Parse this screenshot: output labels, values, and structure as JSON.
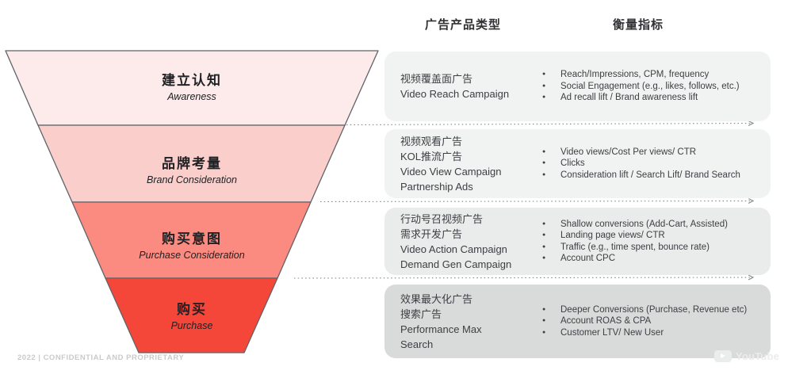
{
  "header": {
    "products_col": "广告产品类型",
    "metrics_col": "衡量指标"
  },
  "funnel": {
    "outline_color": "#5f6368",
    "connector_color": "#80868b",
    "stages": [
      {
        "label_zh": "建立认知",
        "label_en": "Awareness",
        "color": "#fcebea"
      },
      {
        "label_zh": "品牌考量",
        "label_en": "Brand Consideration",
        "color": "#f9cecb"
      },
      {
        "label_zh": "购买意图",
        "label_en": "Purchase Consideration",
        "color": "#fb8a80"
      },
      {
        "label_zh": "购买",
        "label_en": "Purchase",
        "color": "#f5463a"
      }
    ]
  },
  "cards": [
    {
      "bg": "#f1f2f2",
      "products": [
        "视频覆盖面广告",
        "Video Reach Campaign"
      ],
      "metrics": [
        "Reach/Impressions, CPM, frequency",
        "Social Engagement (e.g., likes, follows, etc.)",
        "Ad recall lift / Brand awareness lift"
      ]
    },
    {
      "bg": "#f1f2f2",
      "products": [
        "视频观看广告",
        "KOL推流广告",
        "Video View Campaign",
        "Partnership Ads"
      ],
      "metrics": [
        "Video views/Cost Per views/ CTR",
        "Clicks",
        "Consideration lift / Search Lift/ Brand Search"
      ]
    },
    {
      "bg": "#eaebeb",
      "products": [
        "行动号召视频广告",
        "需求开发广告",
        "Video Action Campaign",
        "Demand Gen Campaign"
      ],
      "metrics": [
        "Shallow conversions (Add-Cart, Assisted)",
        "Landing page views/ CTR",
        "Traffic (e.g., time spent, bounce rate)",
        "Account CPC"
      ]
    },
    {
      "bg": "#d9dbdb",
      "products": [
        "效果最大化广告",
        "搜索广告",
        "Performance Max",
        "Search"
      ],
      "metrics": [
        "Deeper Conversions (Purchase, Revenue etc)",
        "Account ROAS & CPA",
        "Customer LTV/ New User"
      ]
    }
  ],
  "footer": {
    "text": "2022 | CONFIDENTIAL AND PROPRIETARY"
  },
  "watermark": {
    "text": "YouTube"
  }
}
